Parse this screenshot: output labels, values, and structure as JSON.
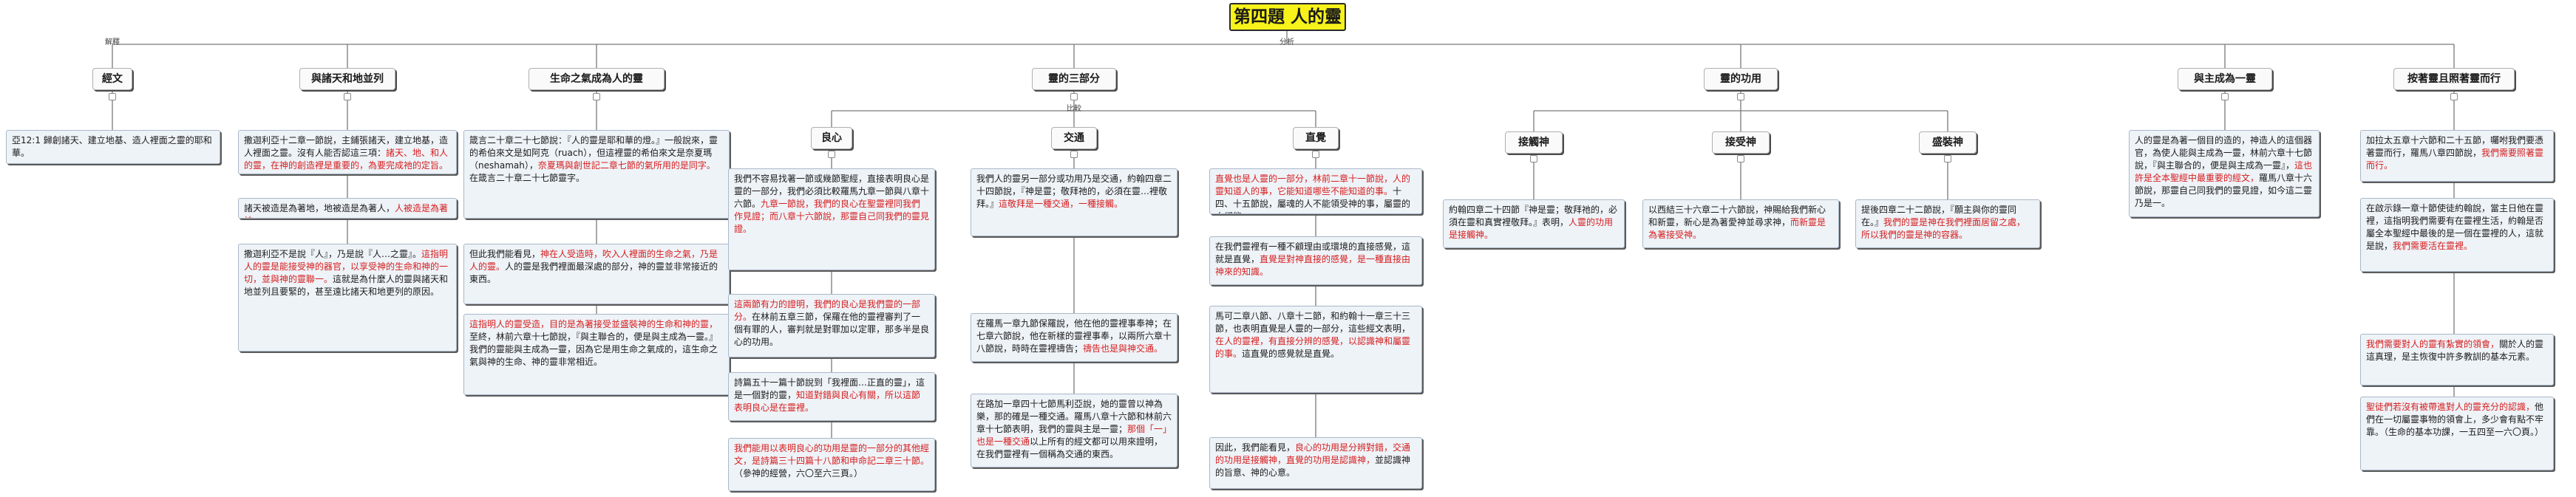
{
  "title": "第四題 人的靈",
  "labels": {
    "explain": "解釋",
    "analysis": "分析",
    "compare": "比較"
  },
  "branches": {
    "b1": "經文",
    "b2": "與諸天和地並列",
    "b3": "生命之氣成為人的靈",
    "b4": "靈的三部分",
    "b5": "靈的功用",
    "b6": "與主成為一靈",
    "b7": "按著靈且照著靈而行",
    "s41": "良心",
    "s42": "交通",
    "s43": "直覺",
    "s51": "接觸神",
    "s52": "接受神",
    "s53": "盛裝神"
  },
  "notes": {
    "n1": [
      {
        "t": "亞12:1 歸創諸天、建立地基、造人裡面之靈的耶和華。",
        "r": false
      }
    ],
    "n2a": [
      {
        "t": "撒迦利亞十二章一節說，主鋪張諸天，建立地基，造人裡面之靈。沒有人能否認這三項：",
        "r": false
      },
      {
        "t": "諸天、地、和人的靈，在神的創造裡是重要的，為要完成祂的定旨。",
        "r": true
      }
    ],
    "n2b": [
      {
        "t": "諸天被造是為著地，地被造是為著人，",
        "r": false
      },
      {
        "t": "人被造是為著神。",
        "r": true
      }
    ],
    "n2c": [
      {
        "t": "撒迦利亞不是說『人』，乃是說『人…之靈』。",
        "r": false
      },
      {
        "t": "這指明人的靈是能接受神的器官，以享受神的生命和神的一切，並與神的靈聯一。",
        "r": true
      },
      {
        "t": "這就是為什麼人的靈與諸天和地並列且要緊的，甚至遠比諸天和地更列的原因。",
        "r": false
      }
    ],
    "n3a": [
      {
        "t": "箴言二十章二十七節說：『人的靈是耶和華的燈。』一般說來，靈的希伯來文是如阿克（ruach），但這裡靈的希伯來文是奈夏瑪（neshamah），",
        "r": false
      },
      {
        "t": "奈夏瑪與創世記二章七節的氣所用的是同字。",
        "r": true
      },
      {
        "t": "在箴言二十章二十七節靈字。",
        "r": false
      }
    ],
    "n3b": [
      {
        "t": "但此我們能看見，",
        "r": false
      },
      {
        "t": "神在人受造時，吹入人裡面的生命之氣，乃是人的靈。",
        "r": true
      },
      {
        "t": "人的靈是我們裡面最深處的部分，神的靈並非常接近的東西。",
        "r": false
      }
    ],
    "n3c": [
      {
        "t": "這指明人的靈受造，目的是為著接受並盛裝神的生命和神的靈，",
        "r": true
      },
      {
        "t": "至終，林前六章十七節說，『與主聯合的，便是與主成為一靈。』我們的靈能與主成為一靈，因為它是用生命之氣成的，這生命之氣與神的生命、神的靈非常相近。",
        "r": false
      }
    ],
    "n41a": [
      {
        "t": "我們不容易找著一節或幾節聖經，直接表明良心是靈的一部分，我們必須比較羅馬九章一節與八章十六節。",
        "r": false
      },
      {
        "t": "九章一節說，我們的良心在聖靈裡同我們作見證；而八章十六節說，那靈自己同我們的靈見證。",
        "r": true
      }
    ],
    "n41b": [
      {
        "t": "這兩節有力的證明，我們的良心是我們靈的一部分。",
        "r": true
      },
      {
        "t": "在林前五章三節，保羅在他的靈裡審判了一個有罪的人，審判就是對罪加以定罪，那多半是良心的功用。",
        "r": false
      }
    ],
    "n41c": [
      {
        "t": "詩篇五十一篇十節說到「我裡面…正直的靈」，這是一個對的靈，",
        "r": false
      },
      {
        "t": "知道對錯與良心有關，所以這節表明良心是在靈裡。",
        "r": true
      }
    ],
    "n41d": [
      {
        "t": "我們能用以表明良心的功用是靈的一部分的其他經文，是詩篇三十四篇十八節和申命記二章三十節。",
        "r": true
      },
      {
        "t": "（參神的經營，六〇至六三頁。）",
        "r": false
      }
    ],
    "n42a": [
      {
        "t": "我們人的靈另一部分或功用乃是交通，約翰四章二十四節說，『神是靈；敬拜祂的，必須在靈…裡敬拜。』",
        "r": false
      },
      {
        "t": "這敬拜是一種交通，一種接觸。",
        "r": true
      }
    ],
    "n42b": [
      {
        "t": "在羅馬一章九節保羅說，他在他的靈裡事奉神；在七章六節說，他在新樣的靈裡事奉，以兩所六章十八節說，時時在靈裡禱告；",
        "r": false
      },
      {
        "t": "禱告也是與神交通。",
        "r": true
      }
    ],
    "n42c": [
      {
        "t": "在路加一章四十七節馬利亞說，她的靈曾以神為樂，那的確是一種交通。羅馬八章十六節和林前六章十七節表明，我們的靈與主是一靈；",
        "r": false
      },
      {
        "t": "那個「一」也是一種交通",
        "r": true
      },
      {
        "t": "以上所有的經文都可以用來證明，在我們靈裡有一個稱為交通的東西。",
        "r": false
      }
    ],
    "n43a": [
      {
        "t": "直覺也是人靈的一部分，林前二章十一節說，人的靈知道人的事，它能知道哪些不能知道的事。",
        "r": true
      },
      {
        "t": "十四、十五節說，屬魂的人不能領受神的事，屬靈的人卻能。",
        "r": false
      }
    ],
    "n43b": [
      {
        "t": "在我們靈裡有一種不顧理由或環境的直接感覺，這就是直覺，",
        "r": false
      },
      {
        "t": "直覺是對神直接的感覺，是一種直接由神來的知識。",
        "r": true
      }
    ],
    "n43c": [
      {
        "t": "馬可二章八節、八章十二節，和約翰十一章三十三節，也表明直覺是人靈的一部分，這些經文表明，",
        "r": false
      },
      {
        "t": "在人的靈裡，有直接分辨的感覺，以認識神和屬靈的事。",
        "r": true
      },
      {
        "t": "這直覺的感覺就是直覺。",
        "r": false
      }
    ],
    "n43d": [
      {
        "t": "因此，我們能看見，",
        "r": false
      },
      {
        "t": "良心的功用是分辨對錯，交通的功用是接觸神，直覺的功用是認識神，",
        "r": true
      },
      {
        "t": "並認識神的旨意、神的心意。",
        "r": false
      }
    ],
    "n51": [
      {
        "t": "約翰四章二十四節『神是靈；敬拜祂的，必須在靈和真實裡敬拜。』表明，",
        "r": false
      },
      {
        "t": "人靈的功用是接觸神。",
        "r": true
      }
    ],
    "n52": [
      {
        "t": "以西結三十六章二十六節說，神賜給我們新心和新靈，新心是為著愛神並尋求神，",
        "r": false
      },
      {
        "t": "而新靈是為著接受神。",
        "r": true
      }
    ],
    "n53": [
      {
        "t": "提後四章二十二節說，『願主與你的靈同在。』",
        "r": false
      },
      {
        "t": "我們的靈是神在我們裡面居留之處，所以我們的靈是神的容器。",
        "r": true
      }
    ],
    "n6": [
      {
        "t": "人的靈是為著一個目的造的，神造人的這個器官，為使人能與主成為一靈，林前六章十七節說，『與主聯合的，便是與主成為一靈』，",
        "r": false
      },
      {
        "t": "這也許是全本聖經中最重要的經文，",
        "r": true
      },
      {
        "t": "羅馬八章十六節說，那靈自己同我們的靈見證，如今這二靈乃是一。",
        "r": false
      }
    ],
    "n7a": [
      {
        "t": "加拉太五章十六節和二十五節，囑咐我們要憑著靈而行，羅馬八章四節說，",
        "r": false
      },
      {
        "t": "我們需要照著靈而行。",
        "r": true
      }
    ],
    "n7b": [
      {
        "t": "在啟示錄一章十節使徒約翰說，當主日他在靈裡，這指明我們需要有在靈裡生活，約翰是否屬全本聖經中最後的是一個在靈裡的人，這就是說，",
        "r": false
      },
      {
        "t": "我們需要活在靈裡。",
        "r": true
      }
    ],
    "n7c": [
      {
        "t": "我們需要對人的靈有紮實的領會，",
        "r": true
      },
      {
        "t": "關於人的靈這真理，是主恢復中許多教訓的基本元素。",
        "r": false
      }
    ],
    "n7d": [
      {
        "t": "聖徒們若沒有被帶進對人的靈充分的認識，",
        "r": true
      },
      {
        "t": "他們在一切屬靈事物的領會上，多少會有點不牢靠。（生命的基本功課，一五四至一六〇頁。）",
        "r": false
      }
    ]
  }
}
